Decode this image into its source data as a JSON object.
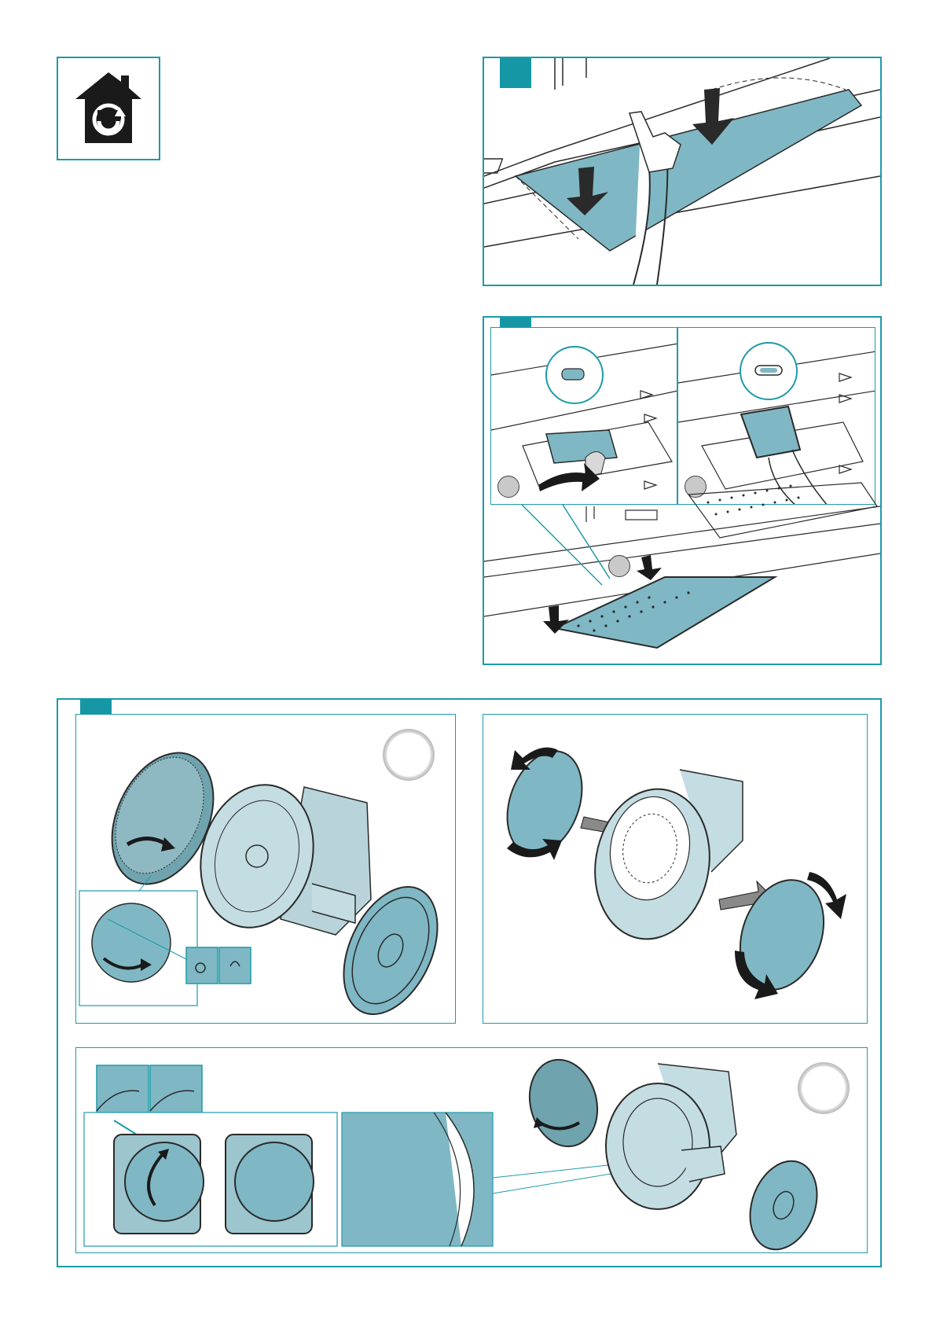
{
  "colors": {
    "accent": "#1597a5",
    "filter_fill": "#7fb8c4",
    "line": "#2a2a2a"
  },
  "icons": {
    "home": "house-recirculation-icon",
    "step_tags": [
      "step-tag-1",
      "step-tag-2",
      "step-tag-3"
    ]
  }
}
